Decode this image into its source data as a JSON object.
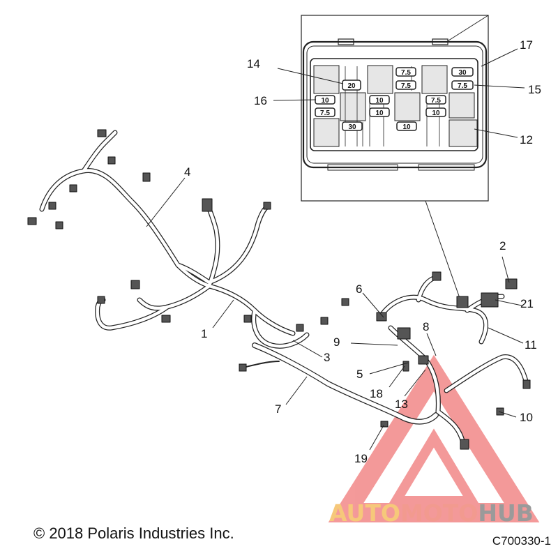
{
  "copyright": "© 2018 Polaris Industries Inc.",
  "part_number": "C700330-1",
  "watermark": {
    "part1": "AUTO",
    "part2": "MOTO",
    "part3": "HUB"
  },
  "callouts": {
    "c1": "1",
    "c2": "2",
    "c3": "3",
    "c4": "4",
    "c5": "5",
    "c6": "6",
    "c7": "7",
    "c8": "8",
    "c9": "9",
    "c10": "10",
    "c11": "11",
    "c12": "12",
    "c13": "13",
    "c14": "14",
    "c15": "15",
    "c16": "16",
    "c17": "17",
    "c18": "18",
    "c19": "19",
    "c21": "21"
  },
  "fuse_ratings": {
    "f1": "20",
    "f2": "7.5",
    "f3": "7.5",
    "f4": "30",
    "f5": "7.5",
    "f6": "10",
    "f7": "7.5",
    "f8": "10",
    "f9": "10",
    "f10": "7.5",
    "f11": "10",
    "f12": "30",
    "f13": "10"
  }
}
